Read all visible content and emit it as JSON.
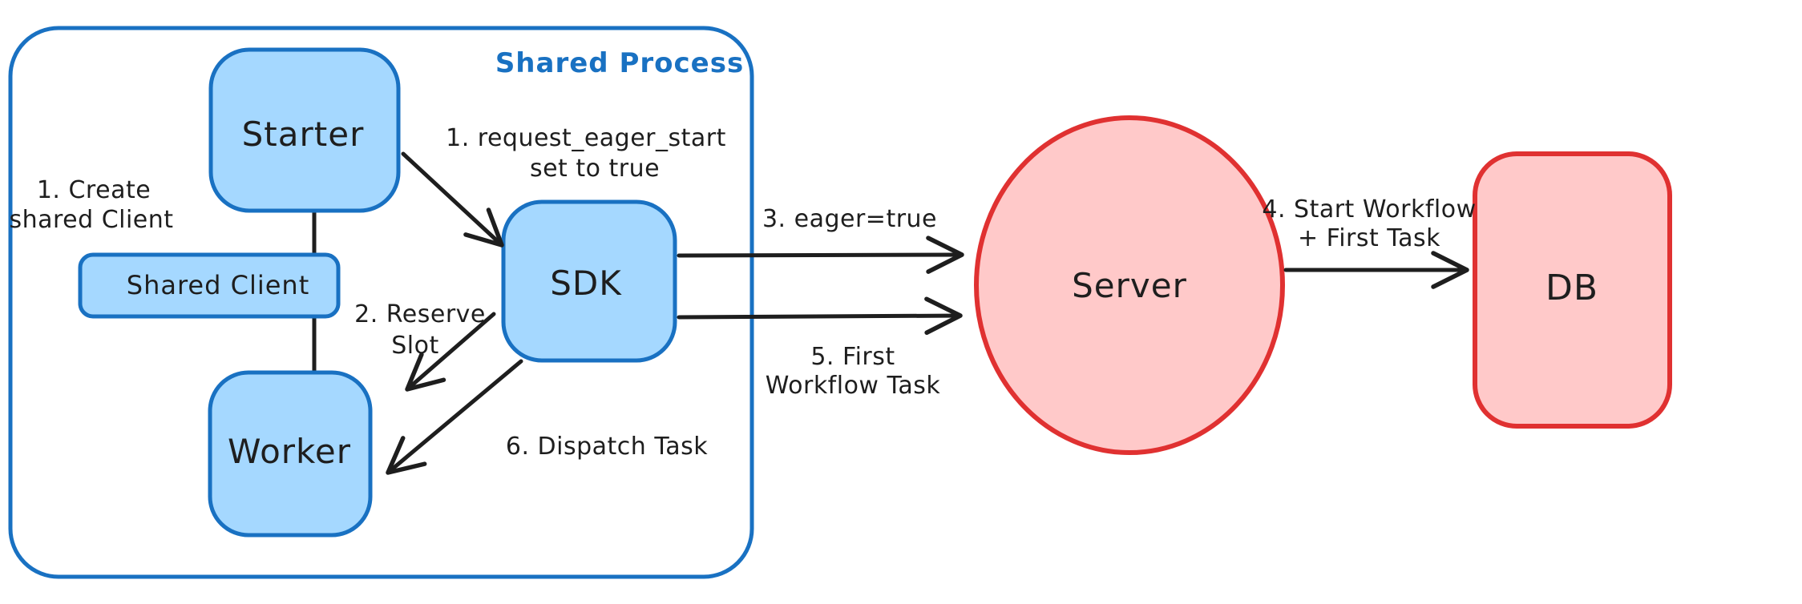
{
  "colors": {
    "canvas": "#ffffff",
    "ink": "#1e1e1e",
    "blue_stroke": "#1971c2",
    "blue_fill": "#a5d8ff",
    "red_stroke": "#e03131",
    "red_fill": "#ffc9c9"
  },
  "container": {
    "label": "Shared Process"
  },
  "nodes": {
    "starter": {
      "label": "Starter"
    },
    "shared_client": {
      "label": "Shared Client"
    },
    "worker": {
      "label": "Worker"
    },
    "sdk": {
      "label": "SDK"
    },
    "server": {
      "label": "Server"
    },
    "db": {
      "label": "DB"
    }
  },
  "annotations": {
    "create_client": {
      "lines": [
        "1. Create",
        "shared Client"
      ]
    },
    "request_eager": {
      "lines": [
        "1. request_eager_start",
        "set to true"
      ]
    },
    "reserve_slot": {
      "lines": [
        "2. Reserve",
        "Slot"
      ]
    },
    "eager_true": {
      "lines": [
        "3. eager=true"
      ]
    },
    "start_workflow": {
      "lines": [
        "4. Start Workflow",
        "+ First Task"
      ]
    },
    "first_workflow_task": {
      "lines": [
        "5. First",
        "Workflow Task"
      ]
    },
    "dispatch_task": {
      "lines": [
        "6. Dispatch Task"
      ]
    }
  }
}
